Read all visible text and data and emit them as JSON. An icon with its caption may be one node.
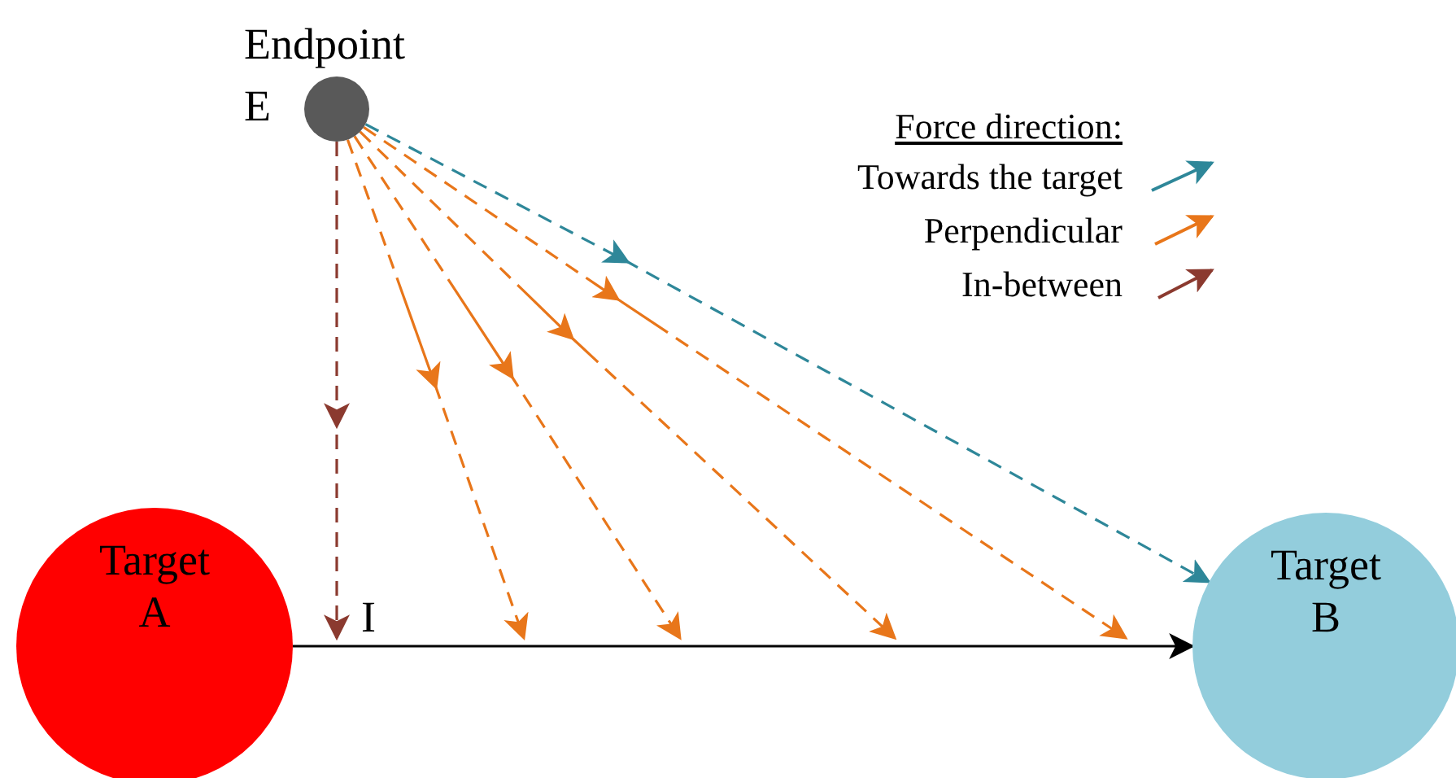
{
  "diagram": {
    "nodes": [
      {
        "text": [
          "Endpoint",
          "E"
        ]
      },
      {
        "text": [
          "Target A"
        ]
      },
      {
        "text": [
          "I"
        ]
      },
      {
        "text": [
          "Target B"
        ]
      }
    ],
    "edges": [
      {
        "from": 0,
        "to": 2,
        "arrow": "to",
        "style": "dashed",
        "color": "#8b3a2f"
      },
      {
        "from": 0,
        "to": null,
        "arrow": "to",
        "style": "dashed"
      },
      {
        "from": 0,
        "to": null,
        "arrow": "to",
        "style": "dashed"
      },
      {
        "from": 0,
        "to": null,
        "arrow": "to",
        "style": "dashed"
      },
      {
        "from": 0,
        "to": null,
        "arrow": "to",
        "style": "dashed"
      },
      {
        "from": 0,
        "to": 3,
        "arrow": "to",
        "style": "dashed",
        "color": "#2e8799"
      },
      {
        "from": 1,
        "to": 3,
        "arrow": "to",
        "color": "#000000"
      }
    ],
    "labels": [
      "Force direction:"
    ],
    "legend": [
      {
        "text": "Towards the target"
      },
      {
        "text": "Perpendicular"
      },
      {
        "text": "In-between"
      }
    ]
  }
}
